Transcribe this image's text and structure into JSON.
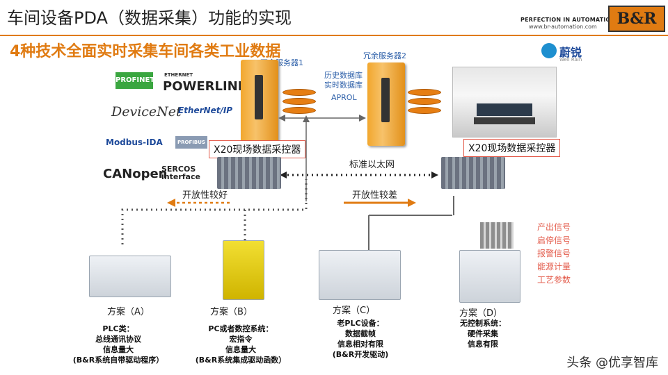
{
  "header": {
    "title": "车间设备PDA（数据采集）功能的实现",
    "brand_tagline": "PERFECTION IN AUTOMATION",
    "brand_url": "www.br-automation.com",
    "logo_text": "B&R"
  },
  "subtitle": "4种技术全面实时采集车间各类工业数据",
  "protocols": [
    "PROFINET",
    "ETHERNET",
    "POWERLINK",
    "DeviceNet",
    "EtherNet/IP",
    "Modbus-IDA",
    "PROFIBUS",
    "CANopen",
    "SERCOS interface"
  ],
  "servers": {
    "server1": "冗余服务器1",
    "server2": "冗余服务器2",
    "db_history": "历史数据库",
    "db_realtime": "实时数据库",
    "aprol": "APROL"
  },
  "wellrain": {
    "name": "蔚锐",
    "sub": "Well Rain"
  },
  "controllers": {
    "left": "X20现场数据采控器",
    "right": "X20现场数据采控器",
    "ethernet": "标准以太网"
  },
  "openness": {
    "good": "开放性较好",
    "poor": "开放性较差"
  },
  "schemes": [
    {
      "label": "方案（A）",
      "lines": [
        "PLC类：",
        "总线通讯协议",
        "信息量大",
        "(B&R系统自带驱动程序）"
      ]
    },
    {
      "label": "方案（B）",
      "lines": [
        "PC或者数控系统：",
        "宏指令",
        "信息量大",
        "(B&R系统集成驱动函数）"
      ]
    },
    {
      "label": "方案（C）",
      "lines": [
        "老PLC设备：",
        "数据截帧",
        "信息相对有限",
        "(B&R开发驱动)"
      ]
    },
    {
      "label": "方案（D）",
      "lines": [
        "无控制系统：",
        "硬件采集",
        "信息有限"
      ]
    }
  ],
  "signals": [
    "产出信号",
    "启停信号",
    "报警信号",
    "能源计量",
    "工艺参数"
  ],
  "watermark": "头条 @优享智库",
  "colors": {
    "accent": "#e07b12",
    "box_border": "#e35a4a",
    "blue": "#2b5ea8"
  }
}
